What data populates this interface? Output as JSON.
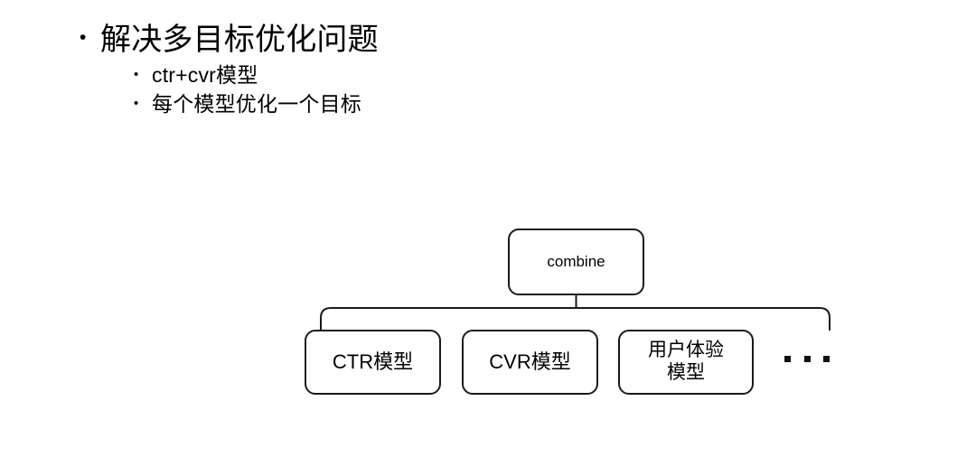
{
  "slide": {
    "background_color": "#ffffff",
    "text_color": "#000000",
    "bullets": [
      {
        "level": 1,
        "marker": "•",
        "text": "解决多目标优化问题"
      },
      {
        "level": 2,
        "marker": "•",
        "text": "ctr+cvr模型"
      },
      {
        "level": 2,
        "marker": "•",
        "text": "每个模型优化一个目标"
      }
    ]
  },
  "diagram": {
    "type": "tree",
    "stroke_color": "#1a1a1a",
    "fill_color": "#ffffff",
    "root": {
      "label": "combine"
    },
    "children": [
      {
        "label": "CTR模型"
      },
      {
        "label": "CVR模型"
      },
      {
        "label": "用户体验\n模型"
      }
    ],
    "more_indicator": "..."
  }
}
